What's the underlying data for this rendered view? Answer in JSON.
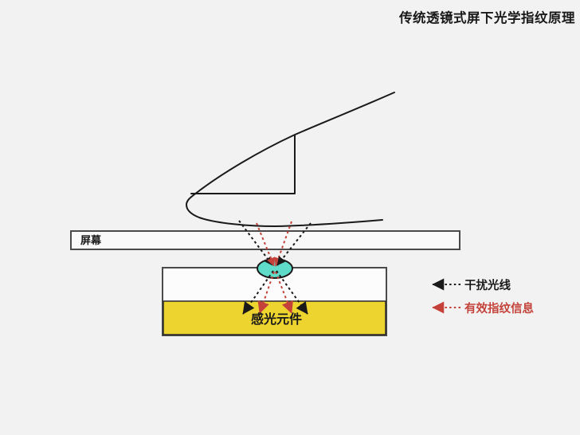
{
  "title": "传统透镜式屏下光学指纹原理",
  "screen": {
    "label": "屏幕"
  },
  "sensor": {
    "label": "感光元件"
  },
  "lens": {
    "name": "lens"
  },
  "legend": {
    "items": [
      {
        "label": "干扰光线",
        "color": "#1a1a1a"
      },
      {
        "label": "有效指纹信息",
        "color": "#c4433b"
      }
    ]
  },
  "colors": {
    "background": "#f2f2f2",
    "ink": "#1a1a1a",
    "lens_fill": "#5fdcc9",
    "sensor_yellow": "#edd42f",
    "effective_red": "#c5423a"
  }
}
